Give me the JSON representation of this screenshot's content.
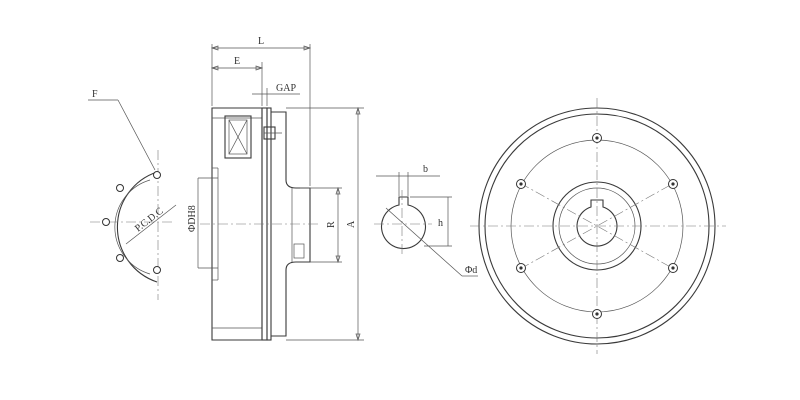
{
  "labels": {
    "f": "F",
    "pcd": "P.C.D.C",
    "dh": "ΦDH8",
    "l": "L",
    "e": "E",
    "gap": "GAP",
    "r": "R",
    "a": "A",
    "b": "b",
    "h": "h",
    "d": "Φd"
  },
  "colors": {
    "line": "#3a3a3a",
    "background": "#ffffff"
  }
}
